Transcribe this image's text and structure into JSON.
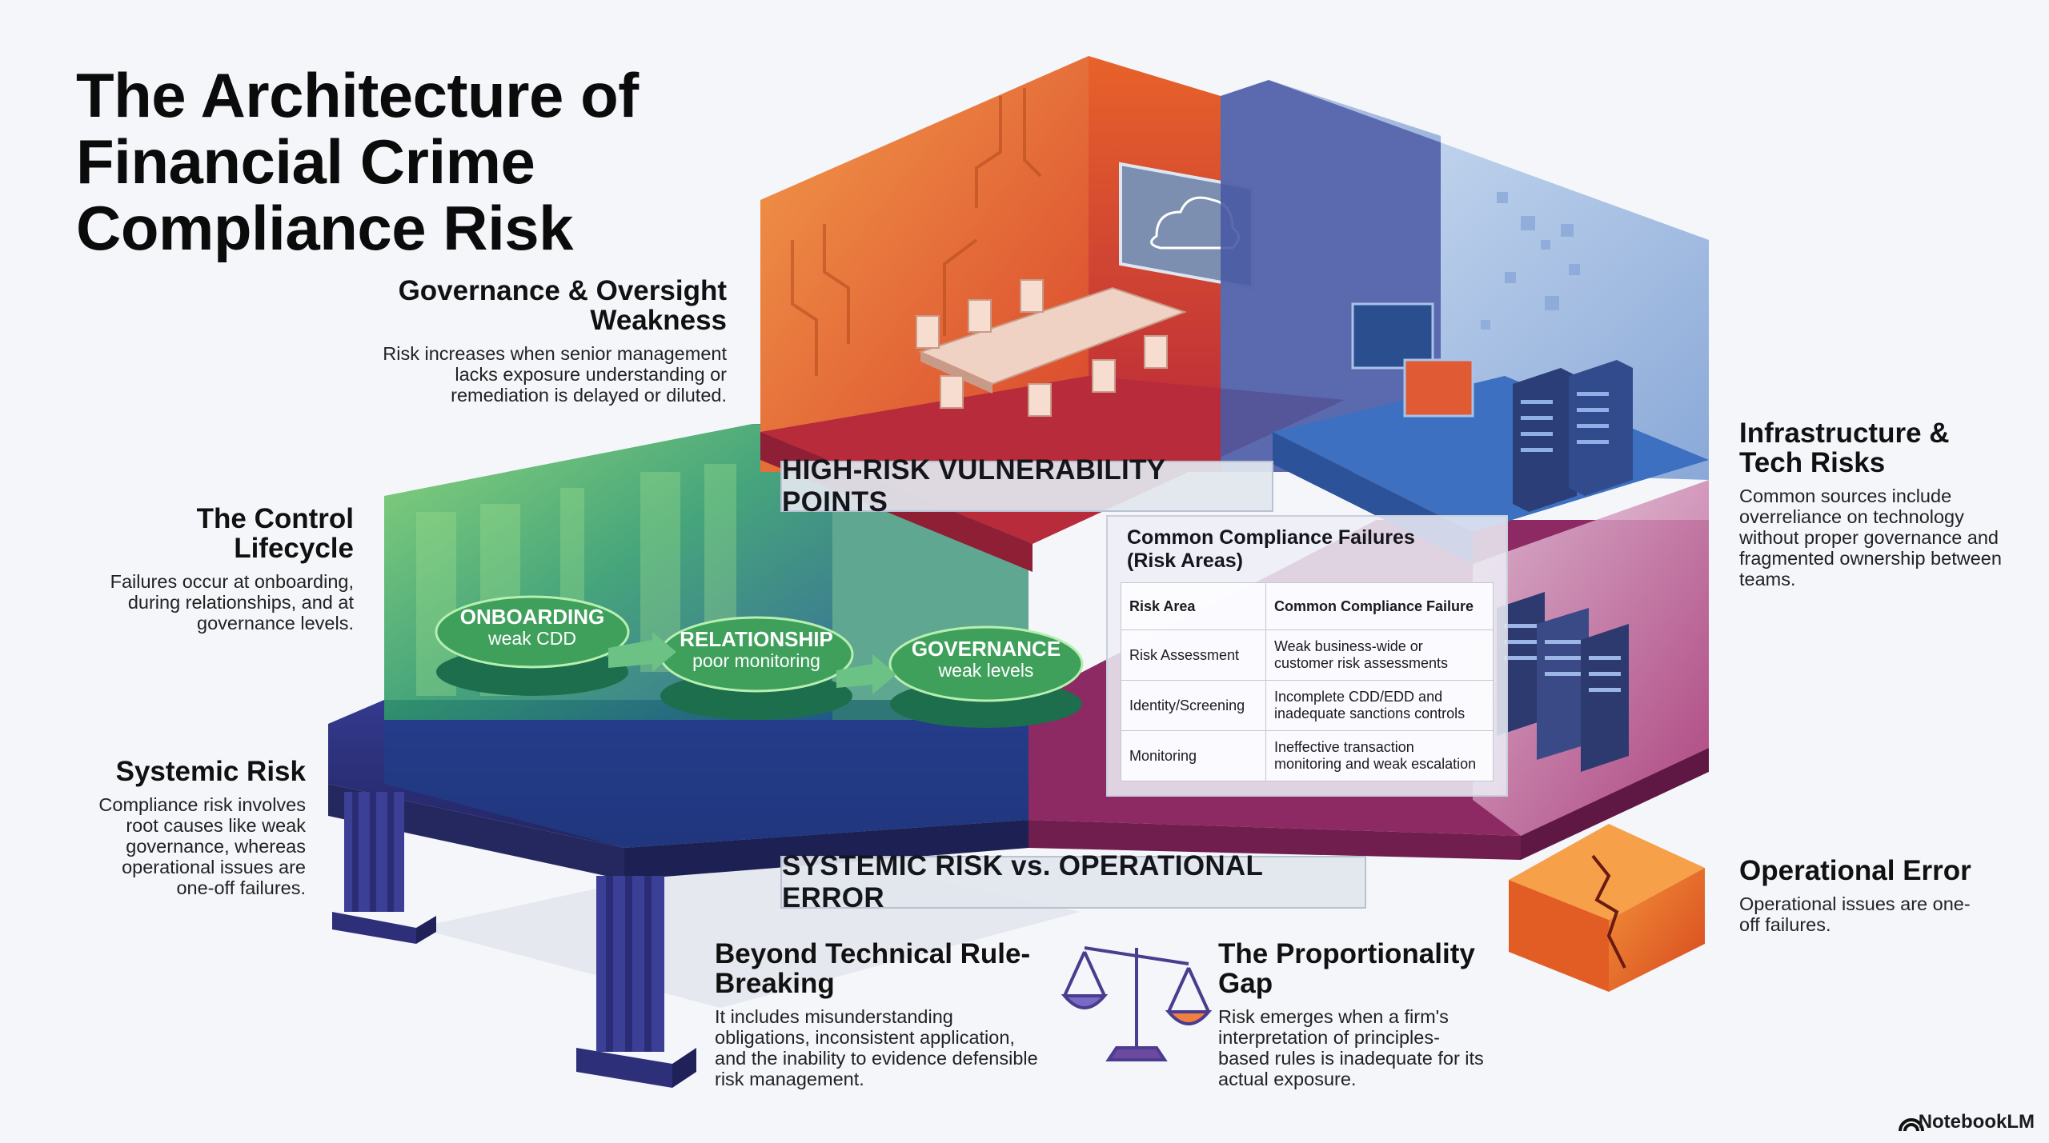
{
  "title": "The Architecture of Financial Crime Compliance Risk",
  "callouts": {
    "governance": {
      "heading": "Governance & Oversight Weakness",
      "text": "Risk increases when senior management lacks exposure understanding or remediation is delayed or diluted."
    },
    "control_lifecycle": {
      "heading": "The Control Lifecycle",
      "text": "Failures occur at onboarding, during relationships, and at governance levels."
    },
    "systemic_risk": {
      "heading": "Systemic Risk",
      "text": "Compliance risk involves root causes like weak governance, whereas operational issues are one-off failures."
    },
    "beyond_rule_breaking": {
      "heading": "Beyond Technical Rule-Breaking",
      "text": "It includes misunderstanding obligations, inconsistent application, and the inability to evidence defensible risk management."
    },
    "proportionality_gap": {
      "heading": "The Proportionality Gap",
      "text": "Risk emerges when a firm's interpretation of principles-based rules is inadequate for its actual exposure."
    },
    "infrastructure": {
      "heading": "Infrastructure & Tech Risks",
      "text": "Common sources include overreliance on technology without proper governance and fragmented ownership between teams."
    },
    "operational_error": {
      "heading": "Operational Error",
      "text": "Operational issues are one-off failures."
    }
  },
  "banners": {
    "high_risk": "HIGH-RISK VULNERABILITY POINTS",
    "systemic_vs_operational": "SYSTEMIC RISK vs. OPERATIONAL ERROR"
  },
  "lifecycle_stages": [
    {
      "title": "ONBOARDING",
      "subtitle": "weak CDD"
    },
    {
      "title": "RELATIONSHIP",
      "subtitle": "poor monitoring"
    },
    {
      "title": "GOVERNANCE",
      "subtitle": "weak levels"
    }
  ],
  "failures_panel": {
    "title": "Common Compliance Failures (Risk Areas)",
    "headers": [
      "Risk Area",
      "Common Compliance Failure"
    ],
    "rows": [
      [
        "Risk Assessment",
        "Weak business-wide or customer risk assessments"
      ],
      [
        "Identity/Screening",
        "Incomplete CDD/EDD and inadequate sanctions controls"
      ],
      [
        "Monitoring",
        "Ineffective transaction monitoring and weak escalation"
      ]
    ]
  },
  "brand": "NotebookLM",
  "icons": [
    "scales-icon",
    "cloud-icon",
    "server-rack-icon",
    "conference-table-icon",
    "cracked-cube-icon",
    "notebooklm-logo-icon"
  ],
  "colors": {
    "orange": "#e8622a",
    "blue": "#3b6fb6",
    "green": "#3f9e5a",
    "navy": "#2d2f78",
    "magenta": "#9a2f6e"
  }
}
